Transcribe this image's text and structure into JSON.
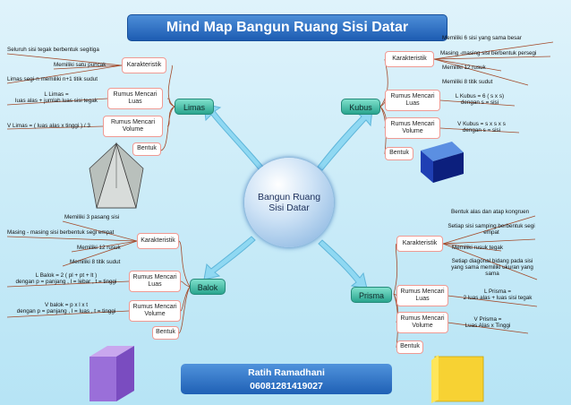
{
  "title": "Mind Map Bangun Ruang Sisi Datar",
  "center": {
    "line1": "Bangun Ruang",
    "line2": "Sisi Datar"
  },
  "author": {
    "name": "Ratih Ramadhani",
    "id": "06081281419027"
  },
  "limas": {
    "label": "Limas",
    "karakteristik": "Karakteristik",
    "rumus_luas": "Rumus Mencari Luas",
    "rumus_volume": "Rumus Mencari Volume",
    "bentuk": "Bentuk",
    "ciri": [
      "Seluruh sisi tegak berbentuk segitiga",
      "Memiliki satu puncak",
      "Limas segi-n memiliki n+1 titik sudut"
    ],
    "luas_1": "L Limas =",
    "luas_2": "luas alas + jumlah luas sisi tegak",
    "volume": "V Limas = ( luas alas x tinggi ) / 3"
  },
  "kubus": {
    "label": "Kubus",
    "karakteristik": "Karakteristik",
    "rumus_luas": "Rumus Mencari Luas",
    "rumus_volume": "Rumus Mencari Volume",
    "bentuk": "Bentuk",
    "ciri": [
      "Memiliki 6 sisi yang sama besar",
      "Masing -masing sisi berbentuk persegi",
      "Memiliki 12 rusuk",
      "Memiliki 8 titik sudut"
    ],
    "luas_1": "L Kubus = 6 ( s x s)",
    "luas_2": "dengan s = sisi",
    "volume_1": "V Kubus = s x s x s",
    "volume_2": "dengan s = sisi"
  },
  "balok": {
    "label": "Balok",
    "karakteristik": "Karakteristik",
    "rumus_luas": "Rumus Mencari Luas",
    "rumus_volume": "Rumus Mencari Volume",
    "bentuk": "Bentuk",
    "ciri": [
      "Memiliki 3 pasang sisi",
      "Masing - masing sisi berbentuk segi empat",
      "Memiliki 12 rusuk",
      "Memiliki 8 titik sudut"
    ],
    "luas_1": "L Balok = 2 ( pl + pt + lt )",
    "luas_2": "dengan p = panjang , l = lebar , t = tinggi",
    "volume_1": "V balok = p x l x t",
    "volume_2": "dengan p = panjang , l = luas , t = tinggi"
  },
  "prisma": {
    "label": "Prisma",
    "karakteristik": "Karakteristik",
    "rumus_luas": "Rumus Mencari Luas",
    "rumus_volume": "Rumus Mencari Volume",
    "bentuk": "Bentuk",
    "ciri": [
      "Bentuk alas dan atap kongruen",
      "Setiap sisi samping berbentuk segi empat",
      "Memiliki rusuk tegak",
      "Setiap diagonal bidang pada sisi yang sama memiliki ukuran yang sama"
    ],
    "luas_1": "L Prisma =",
    "luas_2": "2 luas alas + luas sisi tegak",
    "volume_1": "V Prisma =",
    "volume_2": "Luas Alas x Tinggi"
  },
  "colors": {
    "title_bg": "#1d5cb2",
    "main_node": "#2aa58e",
    "sub_border": "#ef9a93",
    "line": "#a34a2a",
    "arrow": "#7fd0ee"
  }
}
